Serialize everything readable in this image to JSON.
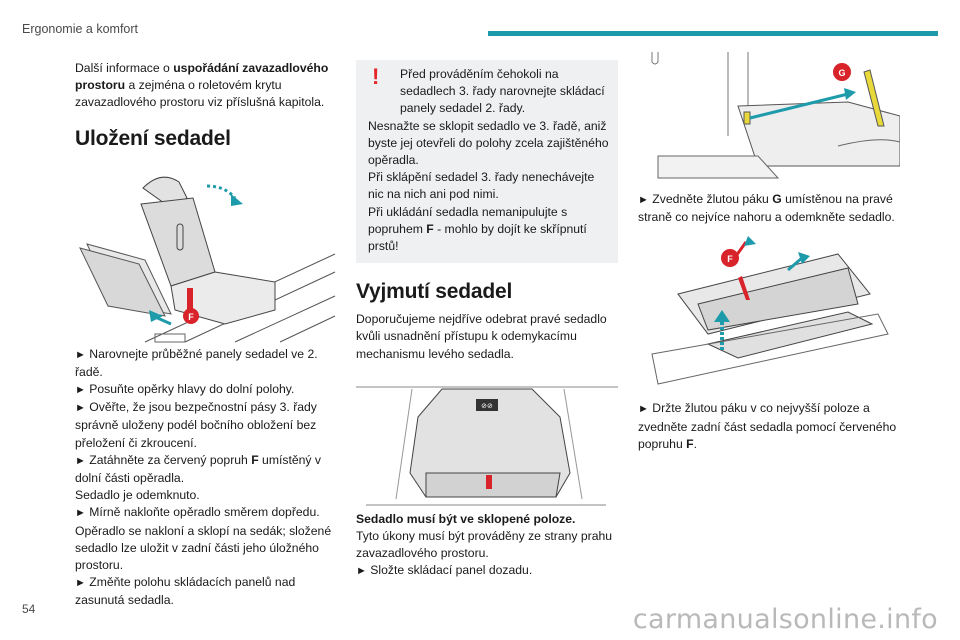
{
  "header": {
    "section": "Ergonomie a komfort",
    "accent": "#1e9bab"
  },
  "page_number": "54",
  "watermark": "carmanualsonline.info",
  "col1": {
    "intro": {
      "a": "Další informace o ",
      "b": "uspořádání zavazadlového prostoru",
      "c": " a zejména o roletovém krytu zavazadlového prostoru viz příslušná kapitola."
    },
    "heading": "Uložení sedadel",
    "figure": {
      "callout": "F"
    },
    "steps": [
      {
        "mark": "►",
        "text": " Narovnejte průběžné panely sedadel ve 2. řadě."
      },
      {
        "mark": "►",
        "text": " Posuňte opěrky hlavy do dolní polohy."
      },
      {
        "mark": "►",
        "text": " Ověřte, že jsou bezpečnostní pásy 3. řady správně uloženy podél bočního obložení bez přeložení či zkroucení."
      },
      {
        "mark": "►",
        "text_a": " Zatáhněte za červený popruh ",
        "bold": "F",
        "text_b": " umístěný v dolní části opěradla."
      },
      {
        "plain": "Sedadlo je odemknuto."
      },
      {
        "mark": "►",
        "text": " Mírně nakloňte opěradlo směrem dopředu."
      },
      {
        "plain": "Opěradlo se nakloní a sklopí na sedák; složené sedadlo lze uložit v zadní části jeho úložného prostoru."
      },
      {
        "mark": "►",
        "text": " Změňte polohu skládacích panelů nad zasunutá sedadla."
      }
    ]
  },
  "col2": {
    "warning": {
      "icon": "!",
      "first": "Před prováděním čehokoli na sedadlech 3. řady narovnejte skládací panely sedadel 2. řady.",
      "second": "Nesnažte se sklopit sedadlo ve 3. řadě, aniž byste jej otevřeli do polohy zcela zajištěného opěradla.",
      "third": "Při sklápění sedadel 3. řady nenechávejte nic na nich ani pod nimi.",
      "fourth_a": "Při ukládání sedadla nemanipulujte s popruhem ",
      "fourth_bold": "F",
      "fourth_b": " - mohlo by dojít ke skřípnutí prstů!",
      "accent": "#e42427"
    },
    "heading": "Vyjmutí sedadel",
    "intro": "Doporučujeme nejdříve odebrat pravé sedadlo kvůli usnadnění přístupu k odemykacímu mechanismu levého sedadla.",
    "figure": {
      "label": "⊘⊘"
    },
    "bold_line": "Sedadlo musí být ve sklopené poloze.",
    "text": "Tyto úkony musí být prováděny ze strany prahu zavazadlového prostoru.",
    "step": {
      "mark": "►",
      "text": " Složte skládací panel dozadu."
    }
  },
  "col3": {
    "figure1": {
      "callout": "G"
    },
    "step1": {
      "mark": "►",
      "text_a": " Zvedněte žlutou páku ",
      "bold": "G",
      "text_b": " umístěnou na pravé straně co nejvíce nahoru a odemkněte sedadlo."
    },
    "figure2": {
      "callout": "F"
    },
    "step2": {
      "mark": "►",
      "text_a": " Držte žlutou páku v co nejvyšší poloze a zvedněte zadní část sedadla pomocí červeného popruhu ",
      "bold": "F",
      "text_b": "."
    }
  }
}
